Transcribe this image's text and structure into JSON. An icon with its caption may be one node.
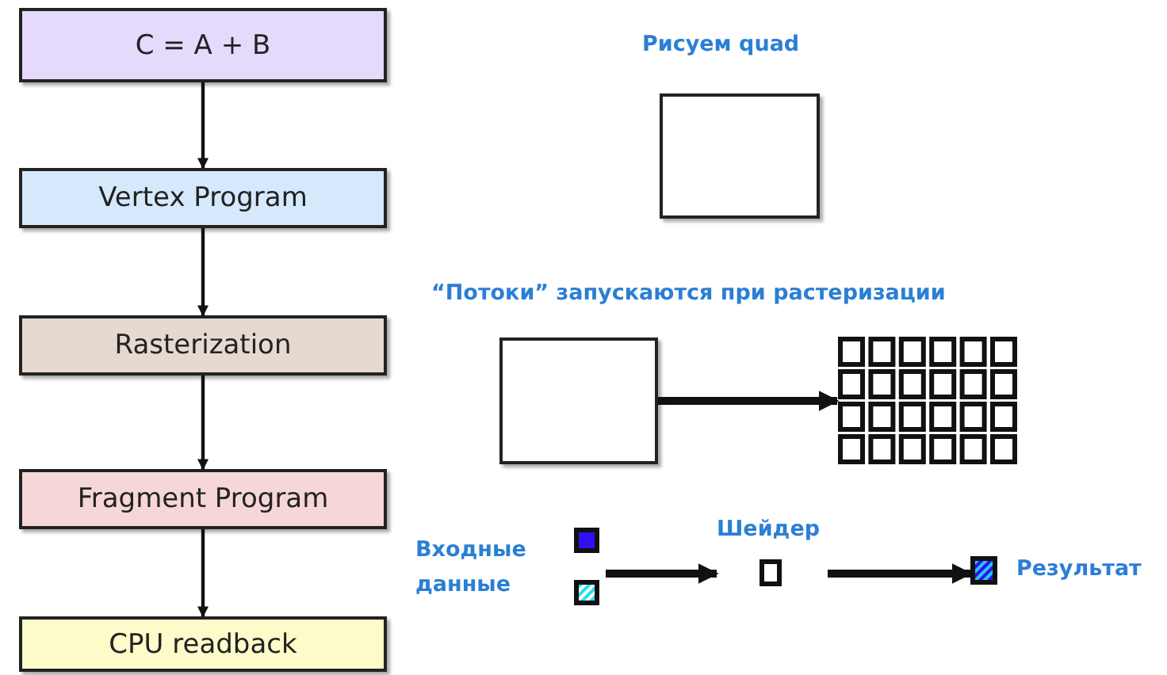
{
  "diagram": {
    "nodes": [
      {
        "text": [
          "C = A + B"
        ]
      },
      {
        "text": [
          "Vertex Program"
        ]
      },
      {
        "text": [
          "Rasterization"
        ]
      },
      {
        "text": [
          "Fragment Program"
        ]
      },
      {
        "text": [
          "CPU readback"
        ]
      },
      {
        "text": [],
        "shape": "box"
      },
      {
        "text": [],
        "shape": "box"
      },
      {
        "text": [],
        "shape": "picture"
      },
      {
        "text": [
          "Входные данные"
        ]
      },
      {
        "text": [
          "Шейдер"
        ]
      },
      {
        "text": [
          "Результат"
        ]
      }
    ],
    "edges": [
      {
        "from": 0,
        "to": 1,
        "arrow": "to"
      },
      {
        "from": 1,
        "to": 2,
        "arrow": "to"
      },
      {
        "from": 2,
        "to": 3,
        "arrow": "to"
      },
      {
        "from": 3,
        "to": 4,
        "arrow": "to"
      },
      {
        "from": 6,
        "to": 7,
        "arrow": "to",
        "style": "thick"
      },
      {
        "from": 8,
        "to": 9,
        "arrow": "to",
        "style": "thick"
      },
      {
        "from": 9,
        "to": 10,
        "arrow": "to",
        "style": "thick"
      }
    ],
    "labels": [
      "Рисуем quad",
      "“Потоки” запускаются при растеризации"
    ]
  }
}
